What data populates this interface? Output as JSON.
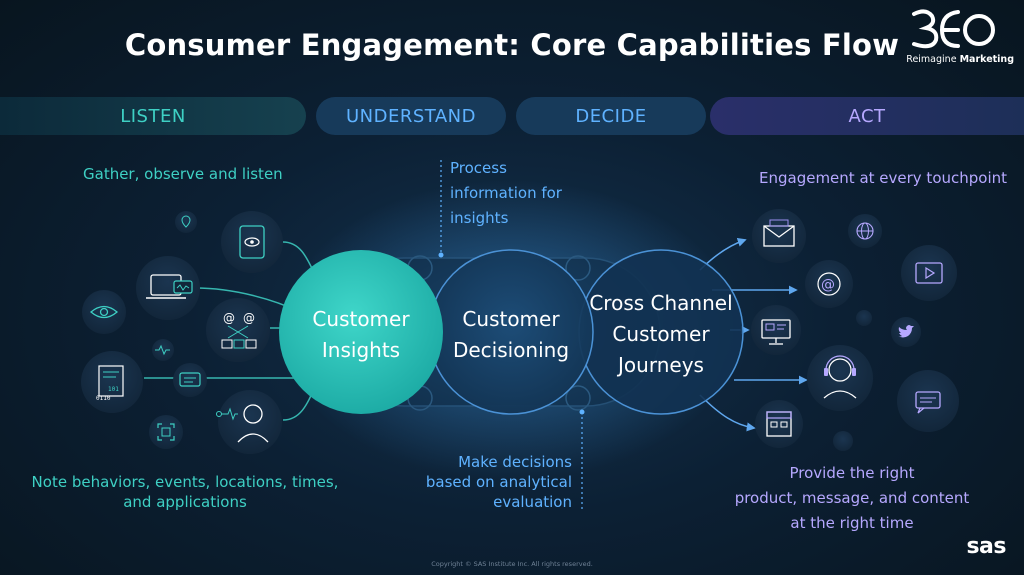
{
  "title": "Consumer Engagement: Core Capabilities Flow",
  "logo": {
    "mark": "3EO",
    "tagline_prefix": "Reimagine",
    "tagline_bold": "Marketing"
  },
  "phases": {
    "listen": "LISTEN",
    "understand": "UNDERSTAND",
    "decide": "DECIDE",
    "act": "ACT"
  },
  "notes": {
    "listen_top": "Gather, observe and listen",
    "listen_bottom": [
      "Note behaviors, events, locations, times,",
      "and applications"
    ],
    "understand_top": [
      "Process",
      "information for",
      "insights"
    ],
    "decide_bottom": [
      "Make decisions",
      "based on analytical",
      "evaluation"
    ],
    "act_top": "Engagement at every touchpoint",
    "act_bottom": [
      "Provide the right",
      "product, message, and content",
      "at the right time"
    ]
  },
  "circles": {
    "insights": [
      "Customer",
      "Insights"
    ],
    "decisioning": [
      "Customer",
      "Decisioning"
    ],
    "journeys": [
      "Cross Channel",
      "Customer",
      "Journeys"
    ]
  },
  "icons": {
    "left": [
      "location-pin-icon",
      "eye-scan-phone-icon",
      "laptop-chat-icon",
      "eye-icon",
      "email-network-icon",
      "heartbeat-icon",
      "data-document-icon",
      "chat-icon",
      "focus-frame-icon",
      "agent-headset-icon"
    ],
    "right": [
      "email-icon",
      "globe-icon",
      "at-sign-icon",
      "video-play-icon",
      "monitor-icon",
      "twitter-bird-icon",
      "customer-headset-icon",
      "chat-bubble-icon",
      "store-icon"
    ]
  },
  "colors": {
    "teal": "#3ed0c4",
    "blue": "#5fb2ff",
    "violet": "#b6a8ff",
    "background": "#0b1a2b"
  },
  "footer": {
    "copyright": "Copyright © SAS Institute Inc. All rights reserved.",
    "brand": "sas"
  }
}
